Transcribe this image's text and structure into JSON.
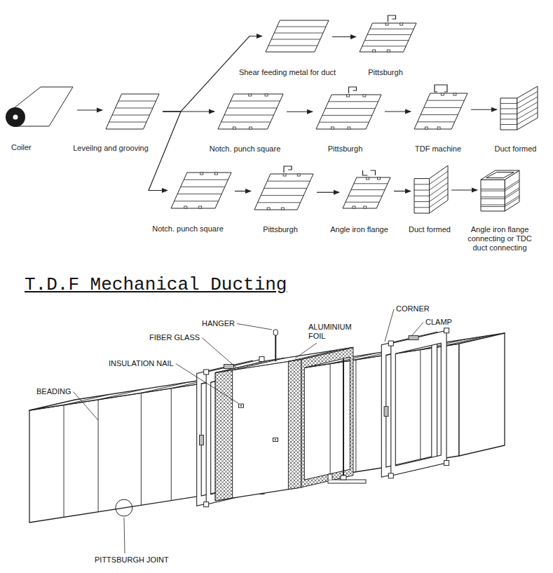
{
  "diagram": {
    "title": "T.D.F Mechanical Ducting",
    "nodes": [
      {
        "text": [
          "Coiler"
        ]
      },
      {
        "text": [
          "Leveilng and grooving"
        ]
      },
      {
        "text": [
          "Shear feeding metal for duct"
        ]
      },
      {
        "text": [
          "Pittsburgh"
        ]
      },
      {
        "text": [
          "Notch. punch square"
        ]
      },
      {
        "text": [
          "Pittsburgh"
        ]
      },
      {
        "text": [
          "TDF machine"
        ]
      },
      {
        "text": [
          "Duct formed"
        ]
      },
      {
        "text": [
          "Notch. punch square"
        ]
      },
      {
        "text": [
          "Pittsburgh"
        ]
      },
      {
        "text": [
          "Angle iron flange"
        ]
      },
      {
        "text": [
          "Duct formed"
        ]
      },
      {
        "text": [
          "Angle iron flange connecting or TDC duct connecting"
        ]
      }
    ],
    "edges": [
      {
        "from": 0,
        "to": 1,
        "arrow": "to"
      },
      {
        "from": 1,
        "to": 2,
        "arrow": "to"
      },
      {
        "from": 1,
        "to": 4,
        "arrow": "to"
      },
      {
        "from": 1,
        "to": 8,
        "arrow": "to"
      },
      {
        "from": 2,
        "to": 3,
        "arrow": "to"
      },
      {
        "from": 4,
        "to": 5,
        "arrow": "to"
      },
      {
        "from": 5,
        "to": 6,
        "arrow": "to"
      },
      {
        "from": 6,
        "to": 7,
        "arrow": "to"
      },
      {
        "from": 8,
        "to": 9,
        "arrow": "to"
      },
      {
        "from": 9,
        "to": 10,
        "arrow": "to"
      },
      {
        "from": 10,
        "to": 11,
        "arrow": "to"
      },
      {
        "from": 11,
        "to": 12,
        "arrow": "to"
      }
    ],
    "labels": [
      "CORNER",
      "CLAMP",
      "HANGER",
      "ALUMINIUM FOIL",
      "FIBER GLASS",
      "INSULATION NAIL",
      "BEADING",
      "PITTSBURGH JOINT"
    ]
  }
}
